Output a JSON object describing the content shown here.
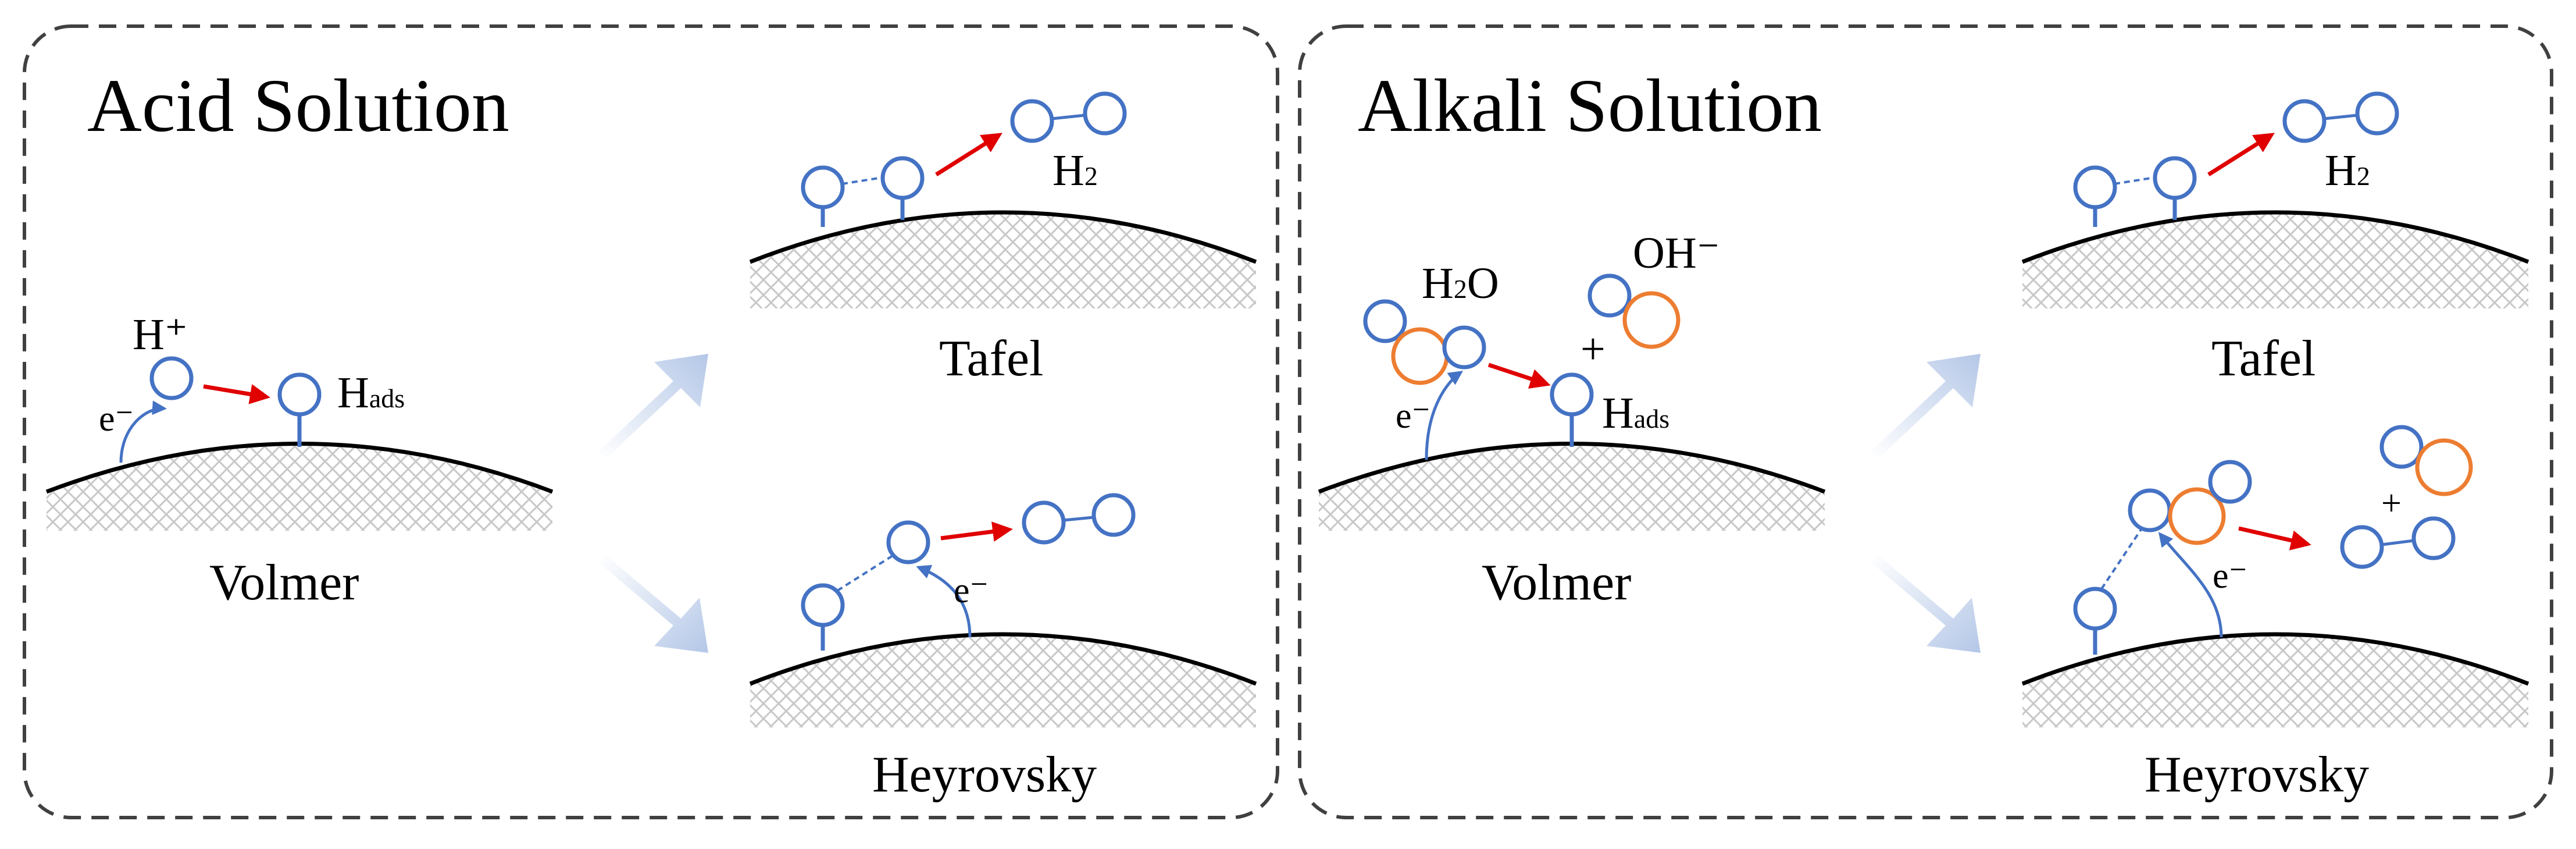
{
  "panels": [
    {
      "title": "Acid Solution",
      "steps": {
        "volmer": "Volmer",
        "tafel": "Tafel",
        "heyrovsky": "Heyrovsky"
      },
      "species": {
        "proton": "H⁺",
        "electron": "e⁻",
        "adsorbed_H": "H",
        "adsorbed_sub": "ads",
        "hydrogen": "H",
        "hydrogen_sub": "2"
      }
    },
    {
      "title": "Alkali Solution",
      "steps": {
        "volmer": "Volmer",
        "tafel": "Tafel",
        "heyrovsky": "Heyrovsky"
      },
      "species": {
        "water_main": "H",
        "water_sub": "2",
        "water_tail": "O",
        "hydroxide": "OH⁻",
        "plus": "+",
        "electron": "e⁻",
        "adsorbed_H": "H",
        "adsorbed_sub": "ads",
        "hydrogen": "H",
        "hydrogen_sub": "2"
      }
    }
  ],
  "colors": {
    "hydrogen_atom": "#4472c4",
    "oxygen_atom": "#ed7d31",
    "reaction_arrow": "#e00000",
    "pathway_arrow": "#b4c7e7",
    "surface": "#000000",
    "hatch": "#c8c8c8",
    "border": "#404040"
  }
}
